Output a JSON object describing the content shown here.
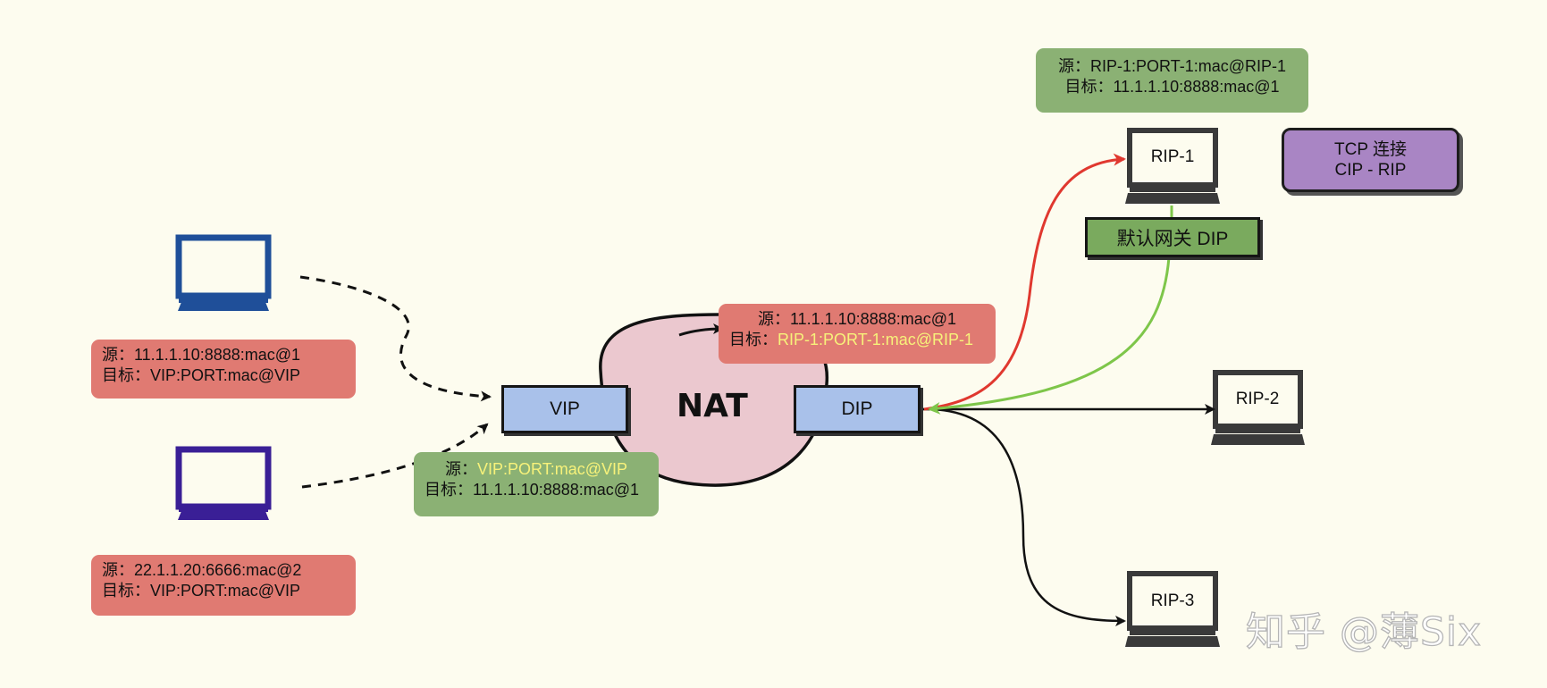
{
  "client1": {
    "src": "源：11.1.1.10:8888:mac@1",
    "dst": "目标：VIP:PORT:mac@VIP"
  },
  "client2": {
    "src": "源：22.1.1.20:6666:mac@2",
    "dst": "目标：VIP:PORT:mac@VIP"
  },
  "reply_packet": {
    "src_label": "源：",
    "src_value": "VIP:PORT:mac@VIP",
    "dst": "目标：11.1.1.10:8888:mac@1"
  },
  "forward_packet": {
    "src": "源：11.1.1.10:8888:mac@1",
    "dst_label": "目标：",
    "dst_value": "RIP-1:PORT-1:mac@RIP-1"
  },
  "rs_packet": {
    "src": "源：RIP-1:PORT-1:mac@RIP-1",
    "dst": "目标：11.1.1.10:8888:mac@1"
  },
  "nat": {
    "label": "NAT",
    "vip": "VIP",
    "dip": "DIP"
  },
  "servers": {
    "rip1": "RIP-1",
    "rip2": "RIP-2",
    "rip3": "RIP-3"
  },
  "gateway": "默认网关 DIP",
  "tcp": {
    "line1": "TCP 连接",
    "line2": "CIP - RIP"
  },
  "watermark": "知乎 @薄Six",
  "colors": {
    "background": "#fdfcef",
    "client1_monitor": "#1f4f99",
    "client2_monitor": "#3a1f96",
    "server_monitor": "#3a3a3a",
    "red_box": "#e07a72",
    "green_box": "#8bb174",
    "nic": "#a9c1ea",
    "nat_cloud": "#ebc8cf",
    "tcp_box": "#a985c4",
    "highlight_text": "#f7f27a",
    "arrow_red": "#e0382f",
    "arrow_green": "#7ec64a"
  },
  "icons": {
    "client": "desktop-monitor-icon",
    "server": "desktop-monitor-icon"
  }
}
